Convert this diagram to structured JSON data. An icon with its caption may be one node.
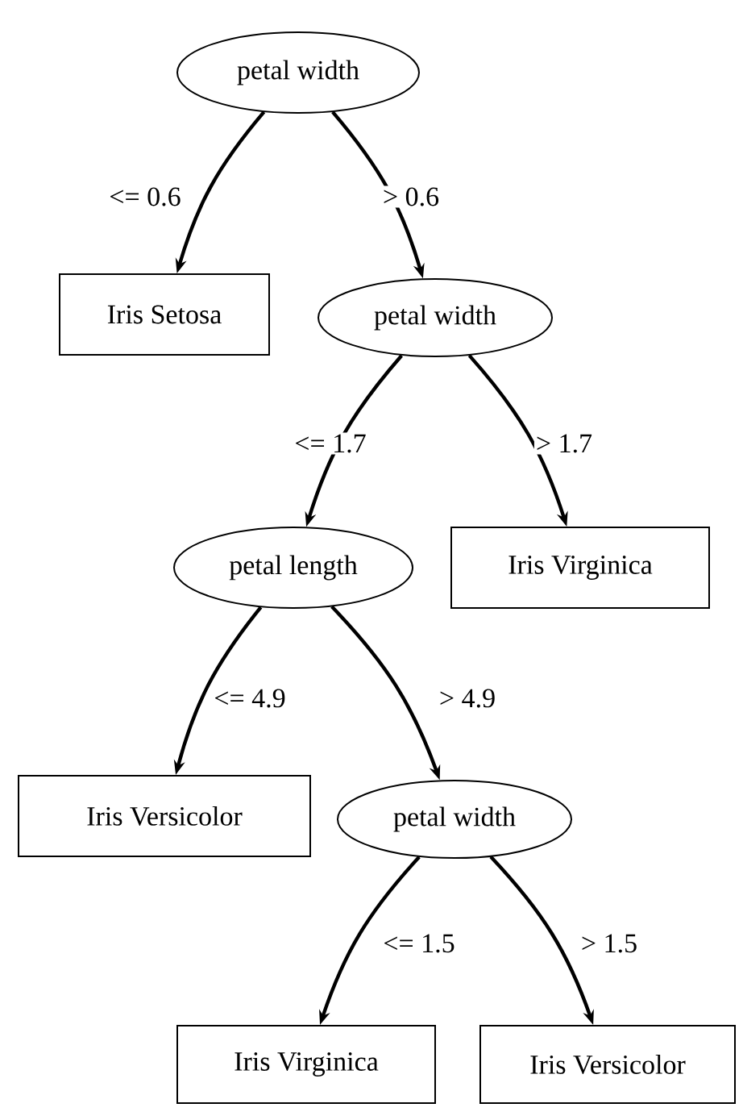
{
  "diagram": {
    "nodes": [
      {
        "text": [
          "petal width"
        ]
      },
      {
        "text": [
          "Iris Setosa"
        ]
      },
      {
        "text": [
          "petal width"
        ]
      },
      {
        "text": [
          "petal length"
        ]
      },
      {
        "text": [
          "Iris Virginica"
        ]
      },
      {
        "text": [
          "Iris Versicolor"
        ]
      },
      {
        "text": [
          "petal width"
        ]
      },
      {
        "text": [
          "Iris Virginica"
        ]
      },
      {
        "text": [
          "Iris Versicolor"
        ]
      }
    ],
    "edges": [
      {
        "from": 0,
        "to": 1,
        "arrow": "to",
        "label": "<= 0.6"
      },
      {
        "from": 0,
        "to": 2,
        "arrow": "to",
        "label": "> 0.6"
      },
      {
        "from": 2,
        "to": 3,
        "arrow": "to",
        "label": "<= 1.7"
      },
      {
        "from": 2,
        "to": 4,
        "arrow": "to",
        "label": "> 1.7"
      },
      {
        "from": 3,
        "to": 5,
        "arrow": "to",
        "label": "<= 4.9"
      },
      {
        "from": 3,
        "to": 6,
        "arrow": "to",
        "label": "> 4.9"
      },
      {
        "from": 6,
        "to": 7,
        "arrow": "to",
        "label": "<= 1.5"
      },
      {
        "from": 6,
        "to": 8,
        "arrow": "to",
        "label": "> 1.5"
      }
    ]
  }
}
